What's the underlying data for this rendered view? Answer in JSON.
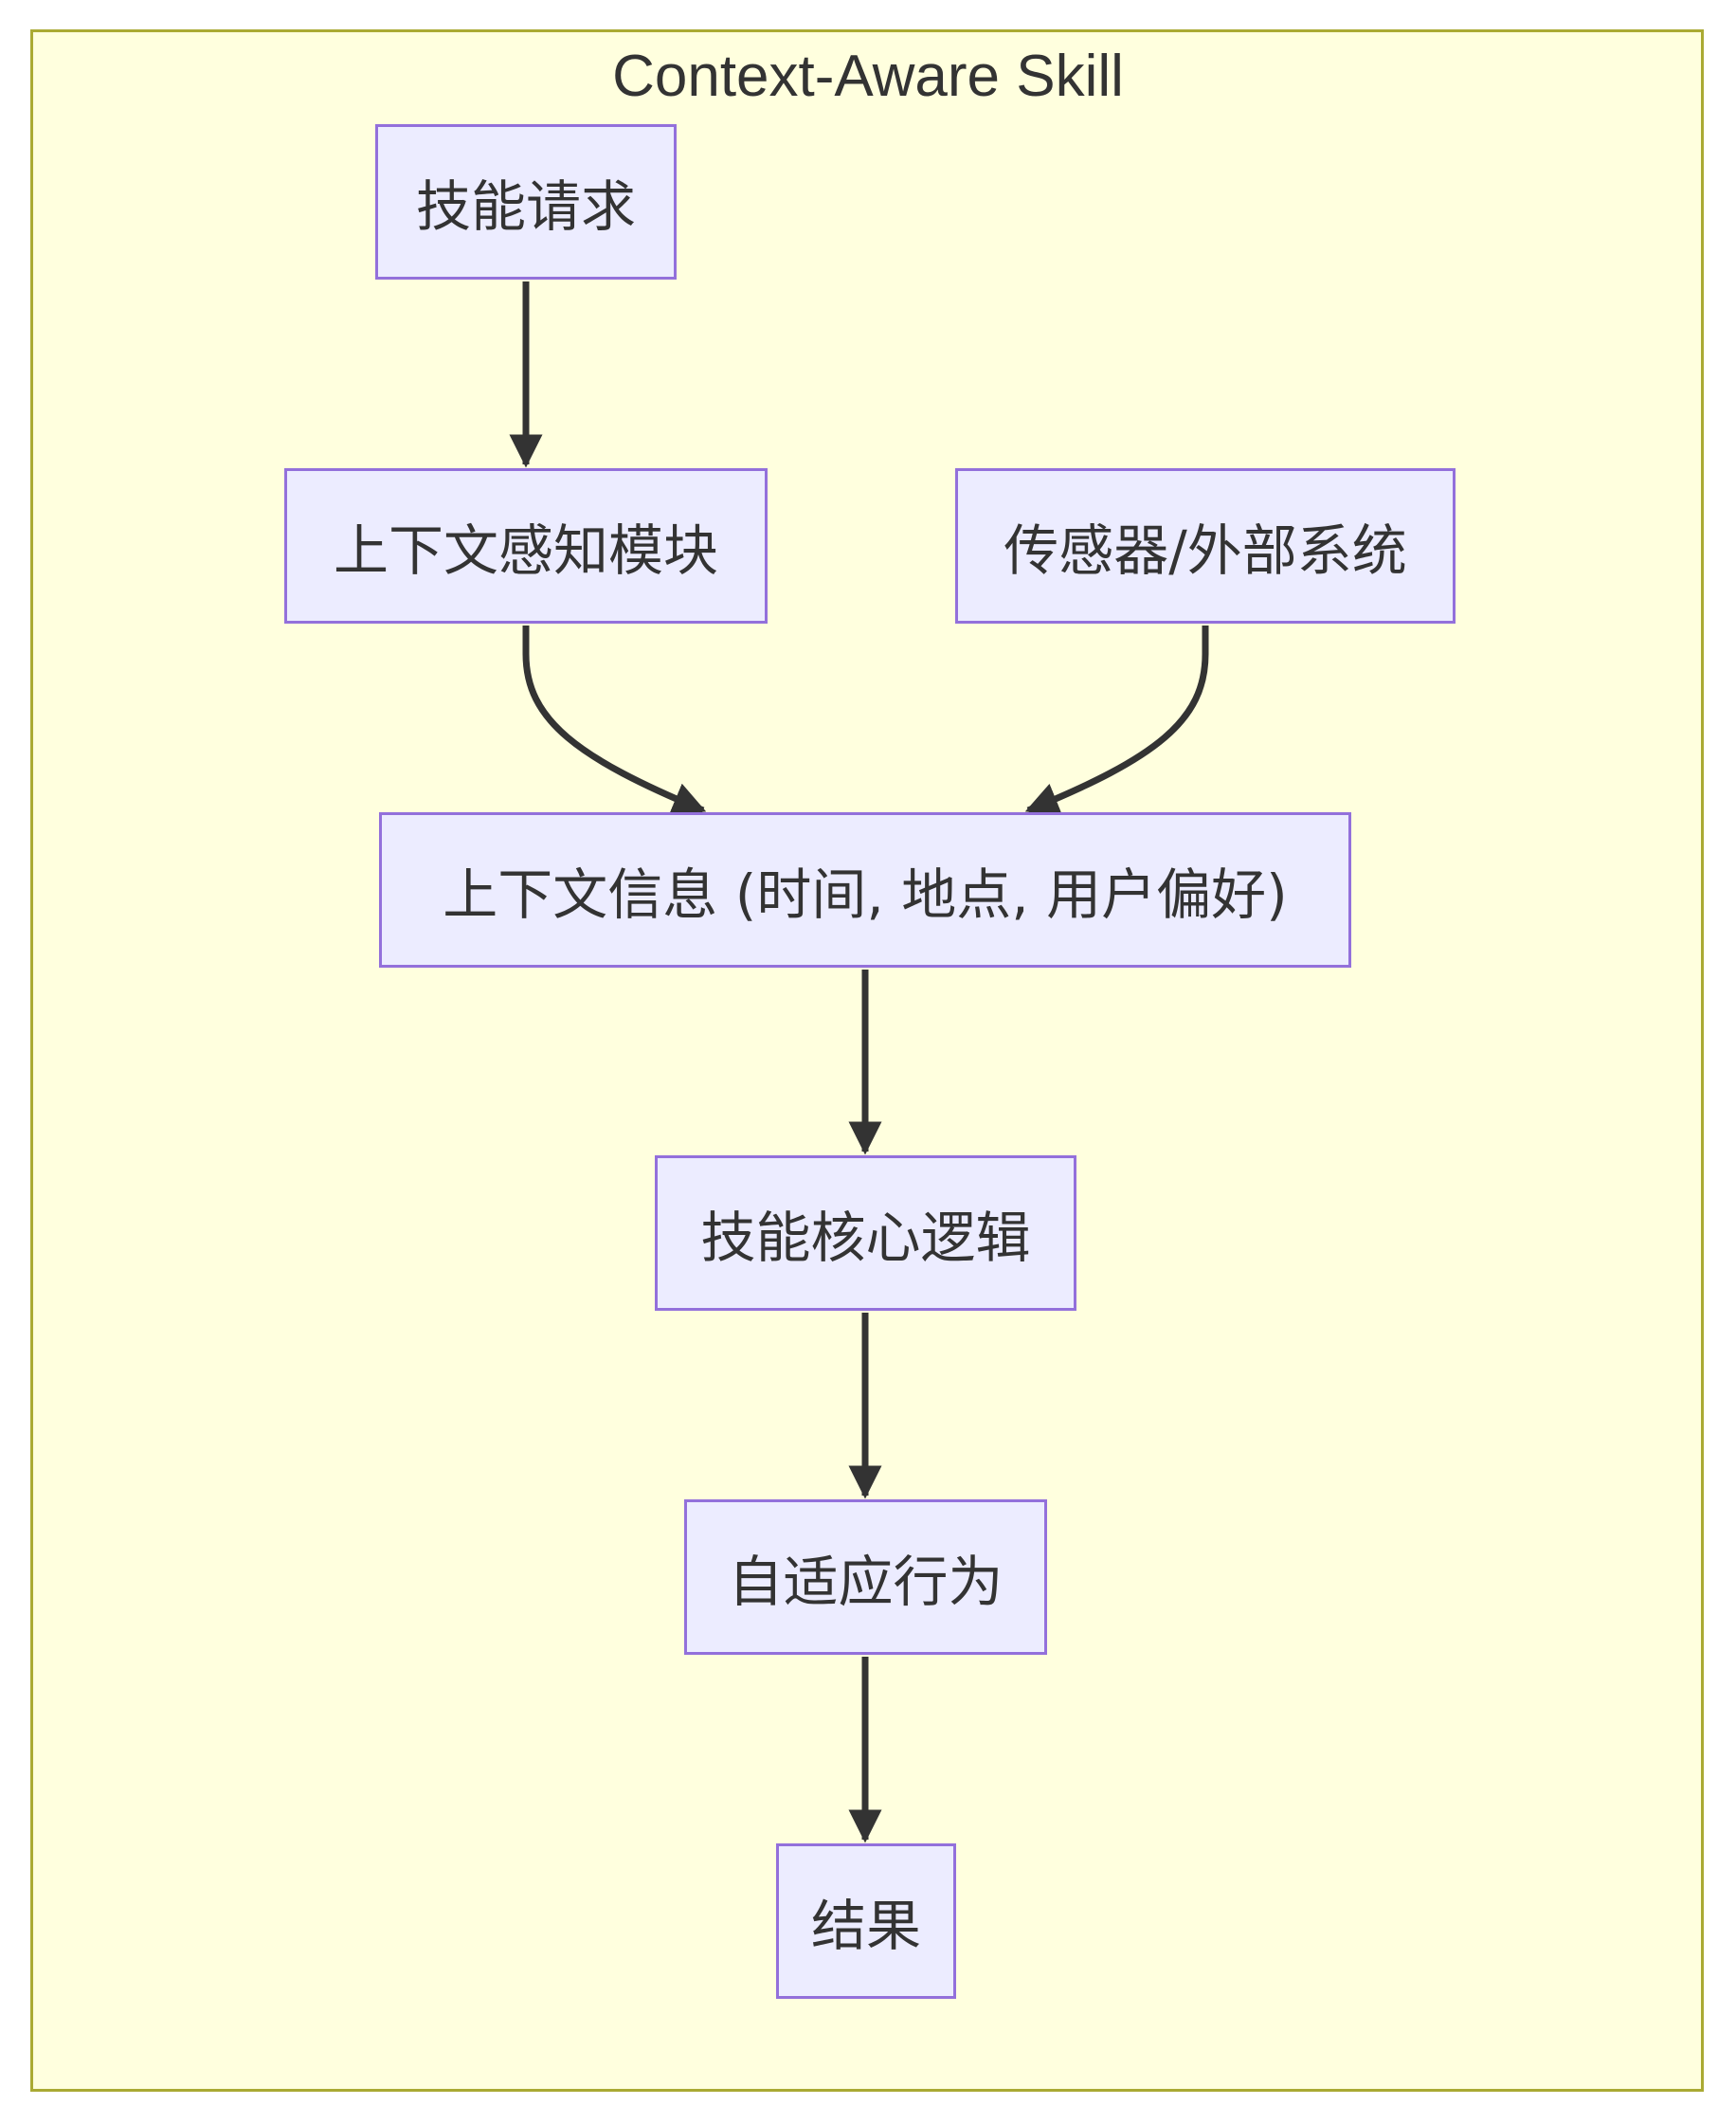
{
  "diagram": {
    "title": "Context-Aware Skill",
    "nodes": {
      "skill_request": "技能请求",
      "context_module": "上下文感知模块",
      "sensors": "传感器/外部系统",
      "context_info": "上下文信息 (时间, 地点, 用户偏好)",
      "core_logic": "技能核心逻辑",
      "adaptive_behavior": "自适应行为",
      "result": "结果"
    },
    "edges": [
      {
        "from": "skill_request",
        "to": "context_module"
      },
      {
        "from": "context_module",
        "to": "context_info"
      },
      {
        "from": "sensors",
        "to": "context_info"
      },
      {
        "from": "context_info",
        "to": "core_logic"
      },
      {
        "from": "core_logic",
        "to": "adaptive_behavior"
      },
      {
        "from": "adaptive_behavior",
        "to": "result"
      }
    ],
    "colors": {
      "cluster_fill": "#ffffde",
      "cluster_border": "#aaaa33",
      "node_fill": "#ececff",
      "node_border": "#9370db",
      "edge": "#333333",
      "text": "#333333"
    }
  }
}
